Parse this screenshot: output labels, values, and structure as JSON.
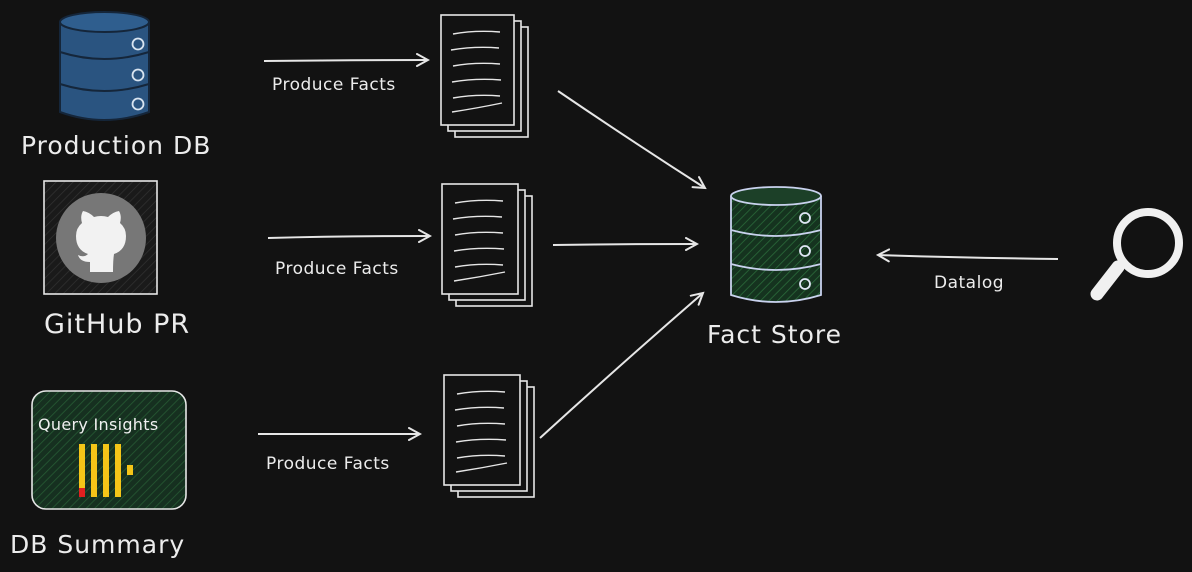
{
  "sources": {
    "production_db": {
      "label": "Production DB",
      "icon": "database-icon"
    },
    "github_pr": {
      "label": "GitHub PR",
      "icon": "github-icon"
    },
    "db_summary": {
      "label": "DB Summary",
      "icon": "query-insights-icon",
      "card_title": "Query Insights"
    }
  },
  "edges": {
    "produce_facts_1": "Produce Facts",
    "produce_facts_2": "Produce Facts",
    "produce_facts_3": "Produce Facts",
    "datalog": "Datalog"
  },
  "target": {
    "label": "Fact Store",
    "icon": "database-icon"
  },
  "query_tool": {
    "icon": "magnifier-icon"
  },
  "colors": {
    "background": "#121212",
    "stroke": "#e6e6e6",
    "db_fill": "#2a5480",
    "fact_store_fill": "#15331f",
    "card_fill": "#163020",
    "github_circle": "#777777",
    "bar_yellow": "#f5c518",
    "bar_red": "#e02020"
  }
}
